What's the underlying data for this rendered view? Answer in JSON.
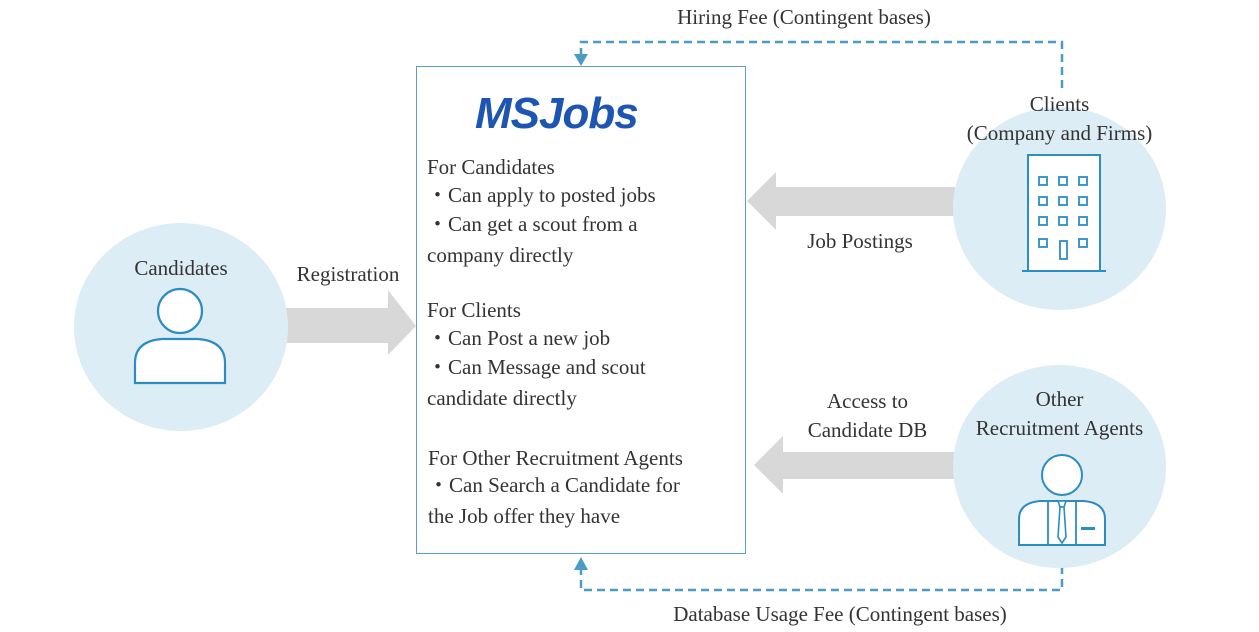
{
  "logo": {
    "text": "MSJobs",
    "color": "#1d55b3"
  },
  "nodes": {
    "candidates": "Candidates",
    "clients_line1": "Clients",
    "clients_line2": "(Company and Firms)",
    "agents_line1": "Other",
    "agents_line2": "Recruitment Agents"
  },
  "edges": {
    "registration": "Registration",
    "job_postings": "Job Postings",
    "access_line1": "Access to",
    "access_line2": "Candidate DB",
    "hiring_fee": "Hiring Fee (Contingent bases)",
    "db_fee": "Database Usage Fee (Contingent bases)"
  },
  "box": {
    "candidates_title": "For Candidates",
    "candidates_item1": "・Can apply to posted jobs",
    "candidates_item2a": "・Can get a scout from a",
    "candidates_item2b": "company directly",
    "clients_title": "For Clients",
    "clients_item1": "・Can Post a new job",
    "clients_item2a": "・Can Message and scout",
    "clients_item2b": "candidate directly",
    "agents_title": "For Other Recruitment Agents",
    "agents_item1a": "・Can Search a Candidate for",
    "agents_item1b": "the Job offer they have"
  },
  "icons": {
    "candidate": "person-icon",
    "client": "building-icon",
    "agent": "businessman-icon"
  },
  "colors": {
    "circle": "#ddedf6",
    "icon": "#2c8cc4",
    "arrow": "#d8d8d8",
    "dashed": "#4a9cc6"
  }
}
